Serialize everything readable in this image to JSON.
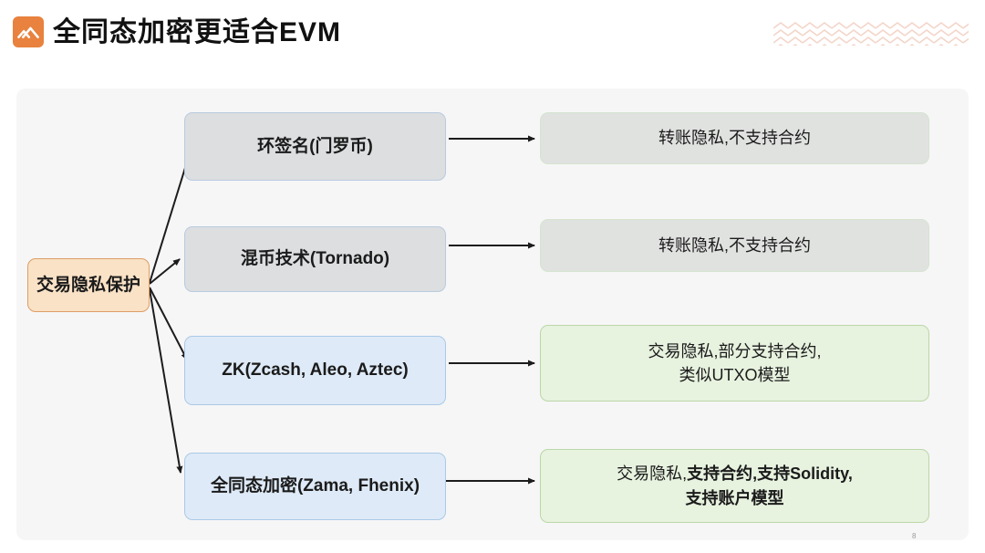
{
  "header": {
    "title": "全同态加密更适合EVM",
    "logo_icon": "mountain-icon",
    "logo_color": "#e8823e",
    "pattern_color": "#f1cec0"
  },
  "colors": {
    "panel_bg": "#f6f6f7",
    "root_fill": "#f9e2c6",
    "root_border": "#dd9e66",
    "method_gray_fill": "#dcdee0",
    "method_gray_border": "#b9cbde",
    "method_blue_fill": "#deeaf7",
    "method_blue_border": "#abc9e6",
    "result_gray_fill": "#e0e2e0",
    "result_gray_border": "#d6e4cf",
    "result_green_fill": "#e7f2df",
    "result_green_border": "#bbd7a6",
    "arrow": "#1c1c1c"
  },
  "diagram": {
    "root": {
      "label": "交易隐私保护"
    },
    "methods": [
      {
        "label": "环签名(门罗币)",
        "variant": "gray"
      },
      {
        "label": "混币技术(Tornado)",
        "variant": "gray"
      },
      {
        "label": "ZK(Zcash, Aleo, Aztec)",
        "variant": "blue"
      },
      {
        "label": "全同态加密(Zama, Fhenix)",
        "variant": "blue"
      }
    ],
    "results": [
      {
        "variant": "gray",
        "lines": [
          "转账隐私,不支持合约"
        ]
      },
      {
        "variant": "gray",
        "lines": [
          "转账隐私,不支持合约"
        ]
      },
      {
        "variant": "green",
        "lines": [
          "交易隐私,部分支持合约,",
          "类似UTXO模型"
        ]
      },
      {
        "variant": "green",
        "line1_normal": "交易隐私,",
        "line1_bold": "支持合约,支持Solidity,",
        "line2_bold": "支持账户模型"
      }
    ]
  },
  "page_number": "8"
}
